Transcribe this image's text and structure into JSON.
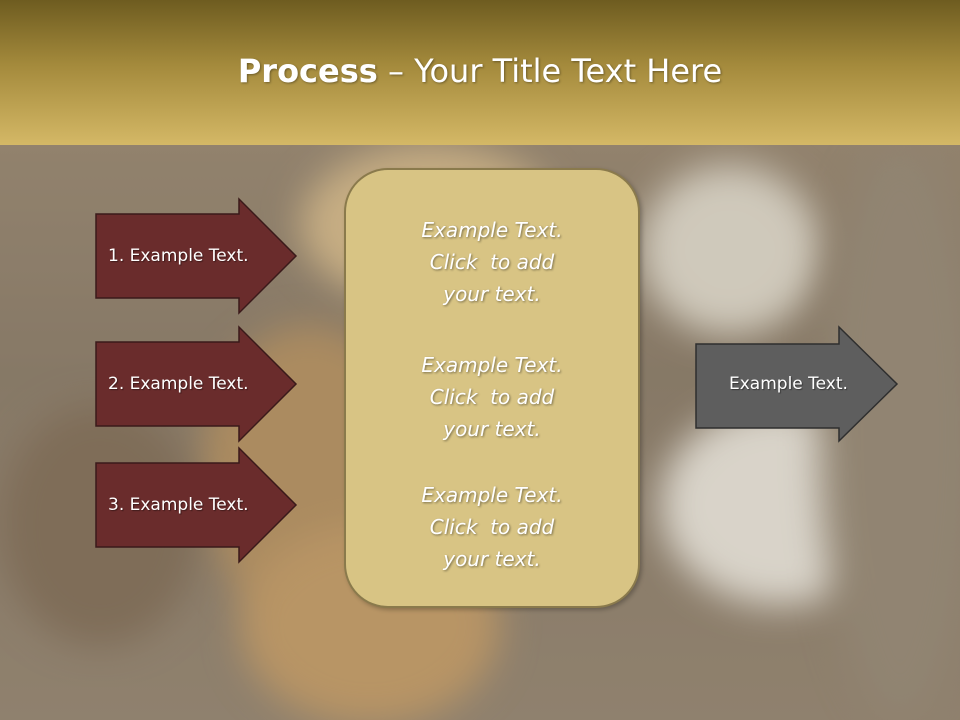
{
  "slide": {
    "title_bold": "Process",
    "title_rest": " – Your Title Text Here"
  },
  "left_arrows": [
    {
      "label": "1. Example Text."
    },
    {
      "label": "2. Example Text."
    },
    {
      "label": "3. Example Text."
    }
  ],
  "center_box": {
    "paragraphs": [
      {
        "lines": [
          "Example Text.",
          "Click  to add",
          "your text."
        ]
      },
      {
        "lines": [
          "Example Text.",
          "Click  to add",
          "your text."
        ]
      },
      {
        "lines": [
          "Example Text.",
          "Click  to add",
          "your text."
        ]
      }
    ]
  },
  "right_arrow": {
    "label": "Example Text."
  },
  "colors": {
    "left_arrow_fill": "#6a2c2c",
    "right_arrow_fill": "#5e5e5e",
    "box_fill": "#d8c484",
    "header_gold": "#b89a48"
  }
}
